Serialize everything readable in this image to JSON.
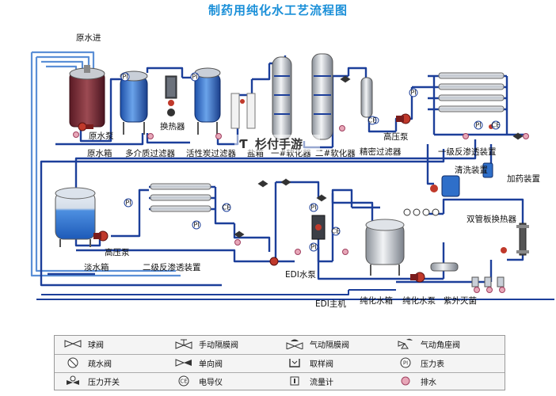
{
  "title": "制药用纯化水工艺流程图",
  "labels": {
    "raw_water_inlet": "原水进",
    "raw_water_pump": "原水泵",
    "raw_water_tank": "原水箱",
    "multimedia_filter": "多介质过滤器",
    "heat_exchanger": "换热器",
    "carbon_filter": "活性炭过滤器",
    "salt_tank": "盐箱",
    "softener_1": "一#软化器",
    "softener_2": "二#软化器",
    "precision_filter": "精密过滤器",
    "high_pressure_pump_1": "高压泵",
    "ro_stage_1": "一级反渗透装置",
    "cleaning_device": "清洗装置",
    "dosing_device": "加药装置",
    "fresh_water_tank": "淡水箱",
    "high_pressure_pump_2": "高压泵",
    "ro_stage_2": "二级反渗透装置",
    "edi_pump": "EDI水泵",
    "edi_host": "EDI主机",
    "purified_water_tank": "纯化水箱",
    "purified_water_pump": "纯化水泵",
    "uv_sterilizer": "紫外灭菌",
    "double_tube_exchanger": "双管板换热器",
    "gauge_pi": "PI",
    "gauge_ce": "CE"
  },
  "watermark": "杉付手游",
  "legend": [
    [
      {
        "icon": "ball-valve-icon",
        "label": "球阀"
      },
      {
        "icon": "manual-diaphragm-valve-icon",
        "label": "手动隔膜阀"
      },
      {
        "icon": "pneumatic-diaphragm-valve-icon",
        "label": "气动隔膜阀"
      },
      {
        "icon": "pneumatic-angle-valve-icon",
        "label": "气动角座阀"
      }
    ],
    [
      {
        "icon": "drain-valve-icon",
        "label": "疏水阀"
      },
      {
        "icon": "check-valve-icon",
        "label": "单向阀"
      },
      {
        "icon": "sampling-valve-icon",
        "label": "取样阀"
      },
      {
        "icon": "pressure-gauge-icon",
        "label": "压力表"
      }
    ],
    [
      {
        "icon": "pressure-switch-icon",
        "label": "压力开关"
      },
      {
        "icon": "conductivity-meter-icon",
        "label": "电导仪"
      },
      {
        "icon": "flow-meter-icon",
        "label": "流量计"
      },
      {
        "icon": "drain-icon",
        "label": "排水"
      }
    ]
  ],
  "colors": {
    "pipe": "#1c3f9a",
    "pipe_light": "#5b8fd6",
    "title": "#1a8fd8",
    "tank_blue": "#2f6fc9",
    "tank_red": "#8b2e3c",
    "pump_red": "#c0392b"
  }
}
